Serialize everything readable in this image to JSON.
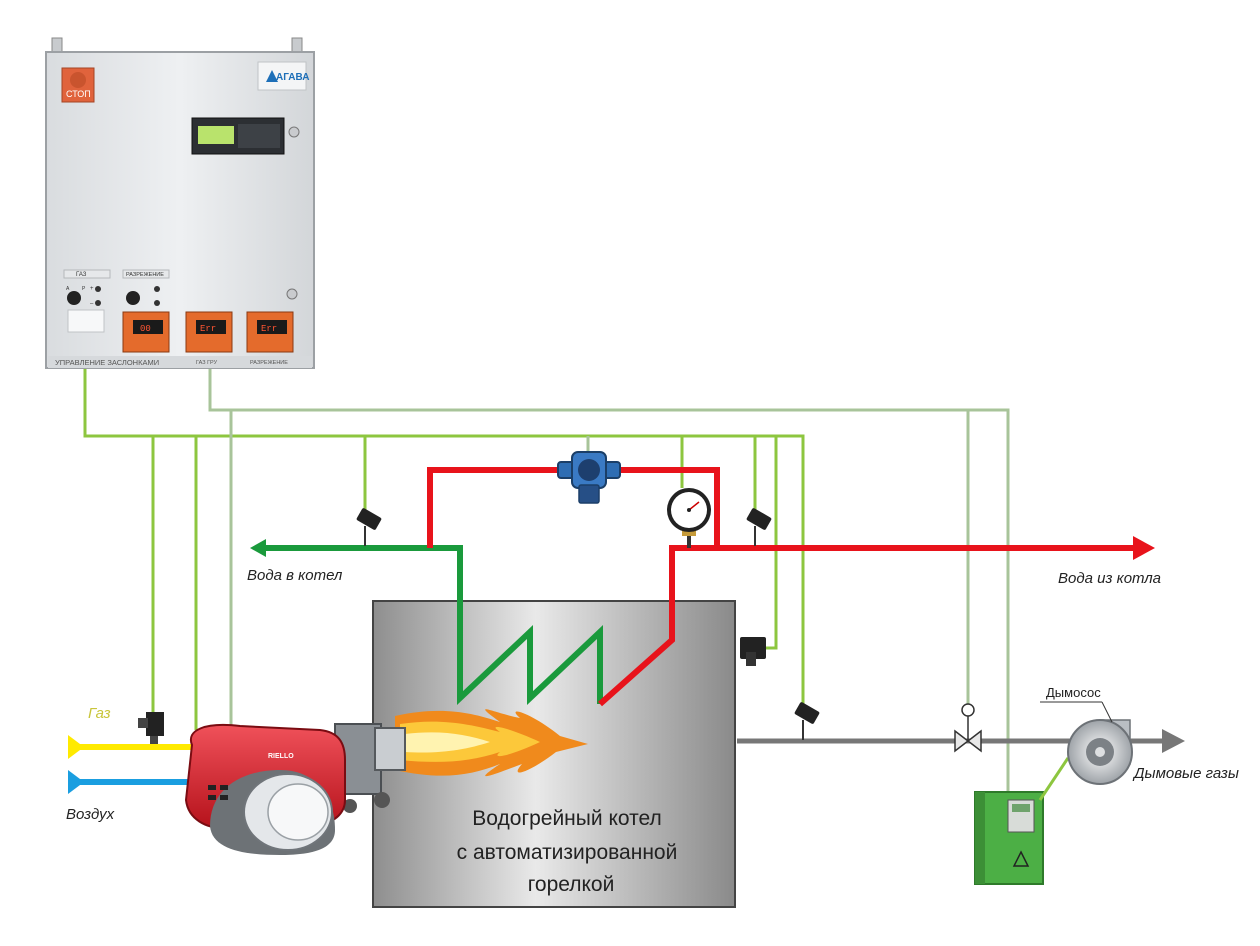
{
  "panel": {
    "stop_label": "СТОП",
    "brand": "АГАВА",
    "switch_gas_label": "ГАЗ",
    "switch_vacuum_label": "РАЗРЕЖЕНИЕ",
    "switch_marks": [
      "А",
      "Р",
      "+",
      "–"
    ],
    "display_1": "00",
    "display_2": "Err",
    "display_3": "Err",
    "caption_dampers": "УПРАВЛЕНИЕ ЗАСЛОНКАМИ",
    "caption_gas": "ГАЗ ГРУ",
    "caption_vacuum": "РАЗРЕЖЕНИЕ"
  },
  "labels": {
    "water_in": "Вода в котел",
    "water_out": "Вода из котла",
    "gas": "Газ",
    "air": "Воздух",
    "exhauster": "Дымосос",
    "flue_gases": "Дымовые газы",
    "boiler_line1": "Водогрейный котел",
    "boiler_line2": "с автоматизированной",
    "boiler_line3": "горелкой",
    "burner_brand": "RIELLO"
  },
  "colors": {
    "hot_water": "#e8131b",
    "cold_water": "#1a9a3c",
    "signal_light": "#8dc63f",
    "signal_gray": "#a8c49a",
    "gas": "#ffea00",
    "air": "#1a9ee0",
    "flue": "#777777"
  }
}
